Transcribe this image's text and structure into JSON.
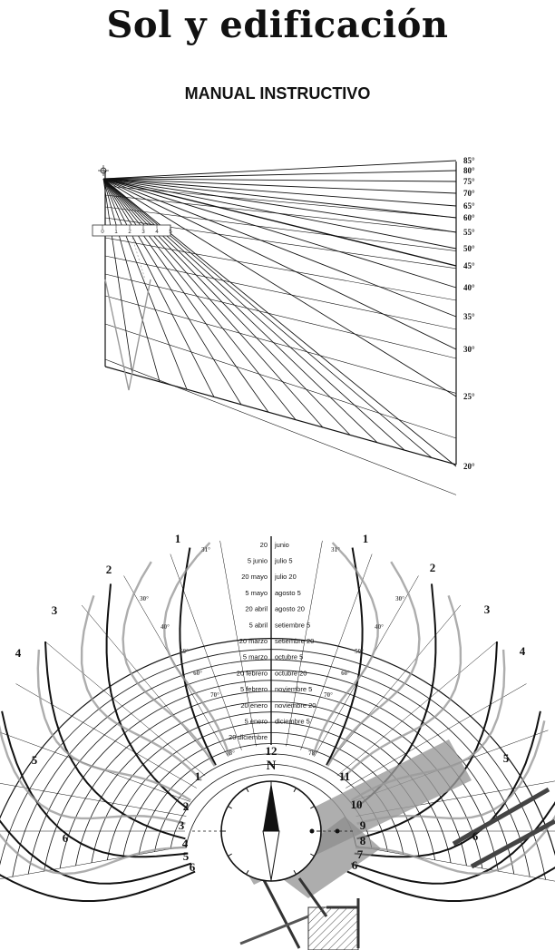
{
  "title": "Sol y edificación",
  "subtitle": "MANUAL INSTRUCTIVO",
  "upper_chart": {
    "angle_labels": [
      "85°",
      "80°",
      "75°",
      "70°",
      "65°",
      "60°",
      "55°",
      "50°",
      "45°",
      "40°",
      "35°",
      "30°",
      "25°",
      "20°"
    ],
    "scale_ticks": [
      "0",
      "1",
      "2",
      "3",
      "4",
      "5"
    ]
  },
  "sun_chart": {
    "noon_label": "12",
    "north_label": "N",
    "date_rows": [
      {
        "left": "20",
        "right": "junio"
      },
      {
        "left": "5 junio",
        "right": "julio 5"
      },
      {
        "left": "20 mayo",
        "right": "julio 20"
      },
      {
        "left": "5 mayo",
        "right": "agosto 5"
      },
      {
        "left": "20 abril",
        "right": "agosto 20"
      },
      {
        "left": "5 abril",
        "right": "setiembre 5"
      },
      {
        "left": "20 marzo",
        "right": "setiembre 20"
      },
      {
        "left": "5 marzo",
        "right": "octubre 5"
      },
      {
        "left": "20 febrero",
        "right": "octubre 20"
      },
      {
        "left": "5 febrero",
        "right": "noviembre 5"
      },
      {
        "left": "20 enero",
        "right": "noviembre 20"
      },
      {
        "left": "5 enero",
        "right": "diciembre 5"
      },
      {
        "left": "20 diciembre",
        "right": ""
      }
    ],
    "top_hour_labels": {
      "left": [
        "1",
        "2",
        "3",
        "4",
        "5",
        "6"
      ],
      "right": [
        "1",
        "2",
        "3",
        "4",
        "5",
        "6"
      ]
    },
    "inner_hour_labels": {
      "left": [
        "1",
        "2",
        "3",
        "4",
        "5",
        "6"
      ],
      "right": [
        "11",
        "10",
        "9",
        "8",
        "7",
        "6"
      ]
    },
    "altitude_labels": [
      "31°",
      "31°",
      "30°",
      "30°",
      "40°",
      "40°",
      "50°",
      "50°",
      "60°",
      "60°",
      "70°",
      "70°",
      "78°",
      "78°"
    ]
  }
}
